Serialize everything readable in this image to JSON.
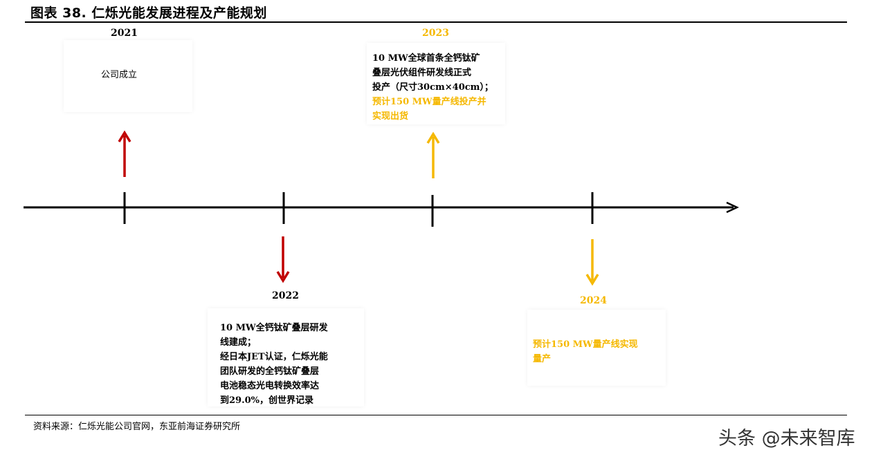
{
  "title": "图表 38. 仁烁光能发展进程及产能规划",
  "colors": {
    "red_arrow": "#C00000",
    "gold": "#F5B800",
    "text": "#000000"
  },
  "milestones": [
    {
      "year": "2021",
      "lines": [
        "公司成立"
      ]
    },
    {
      "year": "2022",
      "lines": [
        "10 MW全钙钛矿叠层研发",
        "线建成；",
        "经日本JET认证，仁烁光能",
        "团队研发的全钙钛矿叠层",
        "电池稳态光电转换效率达",
        "到29.0%，创世界记录"
      ]
    },
    {
      "year": "2023",
      "lines": [
        "10 MW全球首条全钙钛矿",
        "叠层光伏组件研发线正式",
        "投产（尺寸30cm×40cm）；"
      ],
      "highlight_lines": [
        "预计150 MW量产线投产并",
        "实现出货"
      ]
    },
    {
      "year": "2024",
      "highlight_lines": [
        "预计150 MW量产线实现",
        "量产"
      ]
    }
  ],
  "source": "资料来源：仁烁光能公司官网，东亚前海证券研究所",
  "watermark": "头条 @未来智库"
}
